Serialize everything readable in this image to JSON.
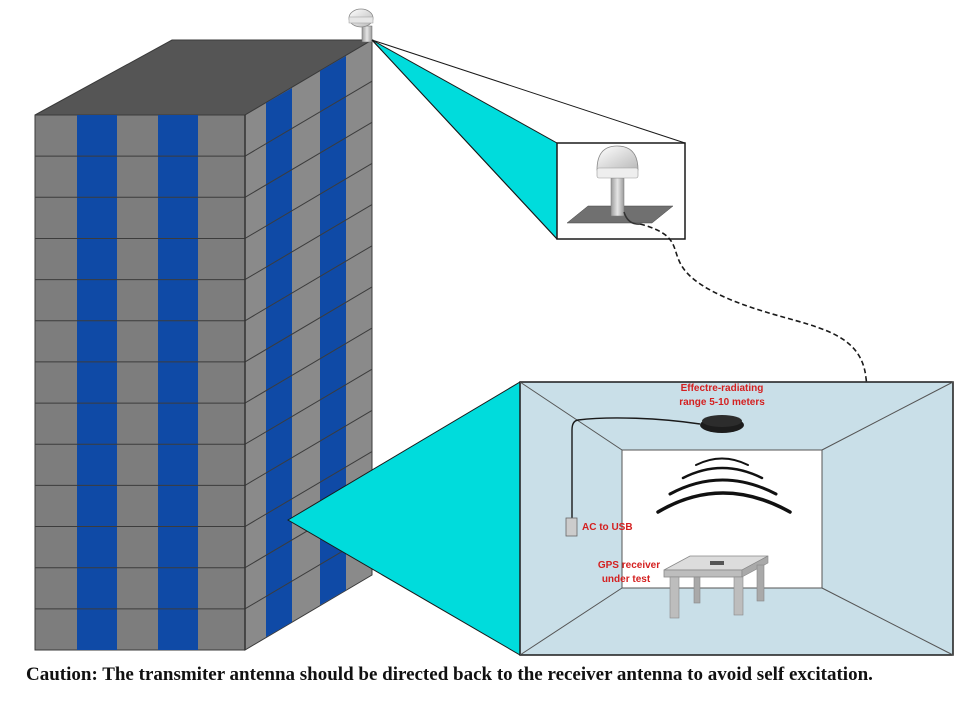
{
  "labels": {
    "radiating_line1": "Effectre-radiating",
    "radiating_line2": "range 5-10 meters",
    "ac_usb": "AC to USB",
    "gps_line1": "GPS receiver",
    "gps_line2": "under test"
  },
  "caption": "Caution: The transmiter antenna should be directed back to the receiver antenna to avoid self excitation.",
  "colors": {
    "building_gray": "#7d7d7d",
    "building_window_blue": "#0f4aa6",
    "beam_cyan": "#00dcdc",
    "room_light": "#c9dfe8",
    "label_red": "#d42020"
  },
  "icons": {
    "rooftop_antenna": "gps-antenna-icon",
    "transmitter": "puck-antenna-icon",
    "table": "table-icon"
  }
}
